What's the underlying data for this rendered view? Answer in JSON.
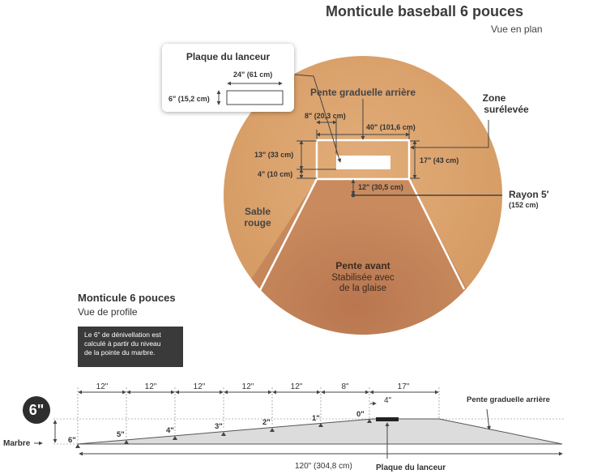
{
  "header": {
    "title": "Monticule baseball 6 pouces",
    "subtitle": "Vue en plan"
  },
  "plan": {
    "colors": {
      "sand": "#d9a06a",
      "front_slope": "#b97a52",
      "raised_zone_border": "#ffffff",
      "leader": "#444444"
    },
    "labels": {
      "back_slope": "Pente graduelle arrière",
      "raised_zone_line1": "Zone",
      "raised_zone_line2": "surélevée",
      "red_sand_line1": "Sable",
      "red_sand_line2": "rouge",
      "front_slope_line1": "Pente avant",
      "front_slope_line2": "Stabilisée avec",
      "front_slope_line3": "de la glaise",
      "radius": "Rayon 5′",
      "radius_metric": "(152 cm)"
    },
    "dims": {
      "rubber_offset": "8\" (20,3 cm)",
      "zone_width": "40\" (101,6 cm)",
      "back_depth": "13\" (33 cm)",
      "rubber_depth": "4\" (10 cm)",
      "zone_depth": "17\" (43 cm)",
      "front_to_center": "12\" (30,5 cm)"
    },
    "rubber_card": {
      "title": "Plaque du lanceur",
      "width": "24\" (61 cm)",
      "depth": "6\" (15,2 cm)"
    }
  },
  "profile": {
    "title": "Monticule 6 pouces",
    "subtitle": "Vue de profile",
    "note_line1": "Le 6\" de dénivellation est",
    "note_line2": "calculé à partir du niveau",
    "note_line3": "de la pointe du marbre.",
    "height_badge": "6\"",
    "home_plate": "Marbre",
    "back_slope": "Pente graduelle arrière",
    "segments": [
      "12\"",
      "12\"",
      "12\"",
      "12\"",
      "12\"",
      "8\"",
      "17\""
    ],
    "rubber_offset": "4\"",
    "heights": [
      "6\"",
      "5\"",
      "4\"",
      "3\"",
      "2\"",
      "1\"",
      "0\""
    ],
    "total_length": "120\" (304,8 cm)",
    "rubber": "Plaque du lanceur",
    "colors": {
      "mound": "#dcdcdc",
      "rubber": "#222222"
    }
  }
}
